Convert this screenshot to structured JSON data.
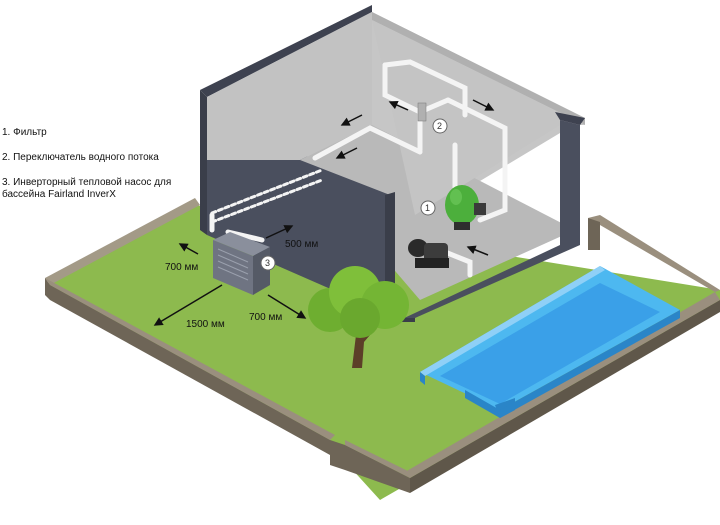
{
  "legend": {
    "item1": "1. Фильтр",
    "item2": "2. Переключатель водного потока",
    "item3_line1": "3. Инверторный тепловой насос для",
    "item3_line2": "бассейна Fairland InverX"
  },
  "dimensions": {
    "d500": "500 мм",
    "d700_left": "700 мм",
    "d1500": "1500 мм",
    "d700_bottom": "700 мм"
  },
  "markers": {
    "m1": "1",
    "m2": "2",
    "m3": "3"
  },
  "colors": {
    "grass": "#8dba4e",
    "wall_dark": "#4a4f5e",
    "room_floor": "#b9b9b9",
    "room_wall": "#c6c6c6",
    "border_wall": "#6e6557",
    "border_top": "#9a8f7e",
    "pool_water": "#3aa0e8",
    "pool_edge": "#8fd0f7",
    "filter_green": "#4caf3c",
    "pipe": "#ffffff",
    "tree": "#7fbf3a",
    "trunk": "#5c3f28"
  },
  "icons": {
    "filter": "sand-filter-icon",
    "pump": "pump-icon",
    "heat_pump": "heat-pump-icon",
    "tree": "tree-icon",
    "valve": "flow-switch-icon"
  }
}
